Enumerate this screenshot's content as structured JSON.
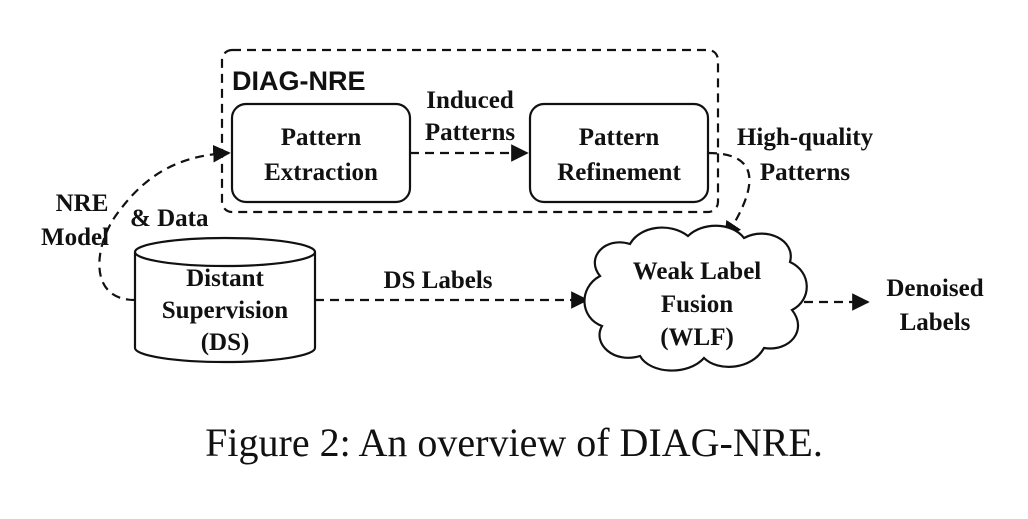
{
  "diagram": {
    "group_title": "DIAG-NRE",
    "pattern_extraction": [
      "Pattern",
      "Extraction"
    ],
    "pattern_refinement": [
      "Pattern",
      "Refinement"
    ],
    "induced_patterns": [
      "Induced",
      "Patterns"
    ],
    "high_quality_patterns": [
      "High-quality",
      "Patterns"
    ],
    "nre_model": [
      "NRE",
      "Model"
    ],
    "and_data": "& Data",
    "distant_supervision": [
      "Distant",
      "Supervision",
      "(DS)"
    ],
    "ds_labels": "DS Labels",
    "weak_label_fusion": [
      "Weak Label",
      "Fusion",
      "(WLF)"
    ],
    "denoised_labels": [
      "Denoised",
      "Labels"
    ]
  },
  "caption": "Figure 2: An overview of DIAG-NRE."
}
